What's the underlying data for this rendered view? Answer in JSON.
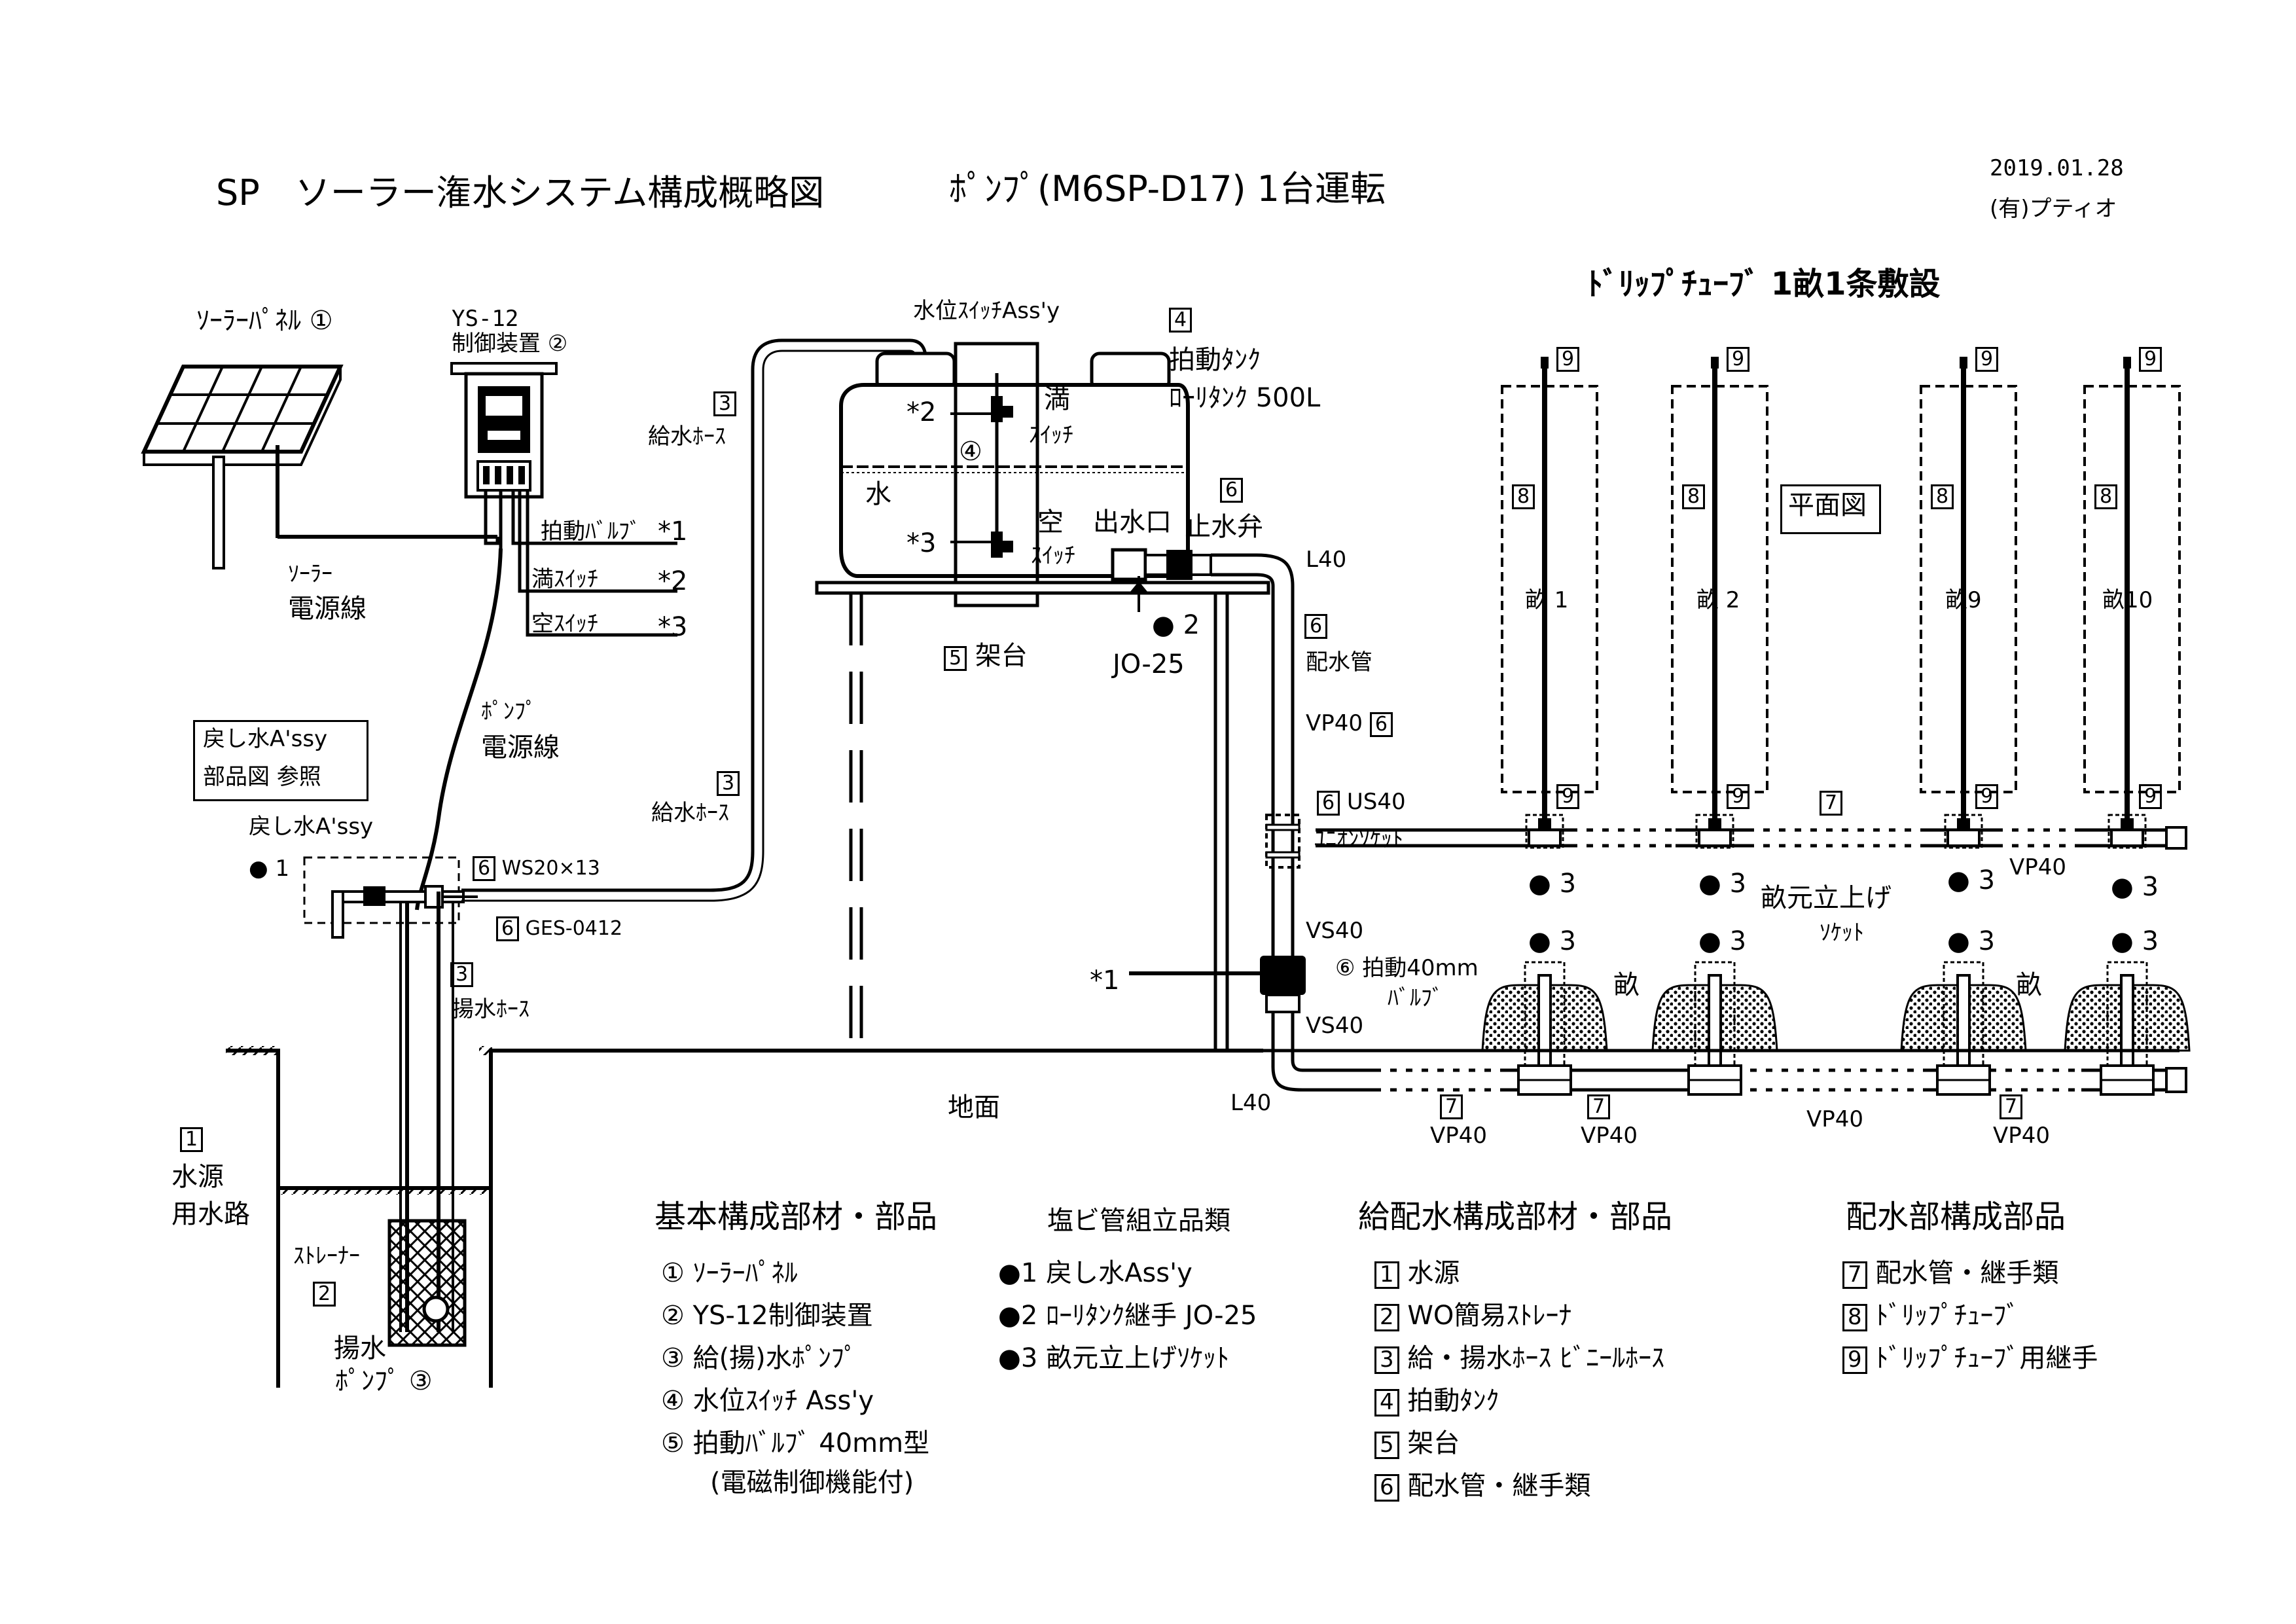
{
  "header": {
    "title": "SP　ソーラー潅水システム構成概略図",
    "subtitle": "ﾎﾟﾝﾌﾟ(M6SP-D17) 1台運転",
    "date": "2019.01.28",
    "company": "(有)プティオ"
  },
  "labels": {
    "solar_panel": "ｿｰﾗｰﾊﾟﾈﾙ ①",
    "controller_model": "YS-12",
    "controller": "制御装置 ②",
    "solar_cable_1": "ｿｰﾗｰ",
    "solar_cable_2": "電源線",
    "pulse_valve_cable": "拍動ﾊﾞﾙﾌﾞ",
    "full_switch_cable": "満ｽｲｯﾁ",
    "empty_switch_cable": "空ｽｲｯﾁ",
    "star1": "*1",
    "star2": "*2",
    "star3": "*3",
    "pump_cable_1": "ﾎﾟﾝﾌﾟ",
    "pump_cable_2": "電源線",
    "return_ref_1": "戻し水A'ssy",
    "return_ref_2": "部品図 参照",
    "return_assy": "戻し水A'ssy",
    "dot1": "● 1",
    "n3": "3",
    "n6": "6",
    "ws": "WS20×13",
    "ges": "GES-0412",
    "supply_hose": "給水ﾎｰｽ",
    "lift_hose": "揚水ﾎｰｽ",
    "water_level_switch": "水位ｽｲｯﾁAss'y",
    "n4": "4",
    "tank_1": "拍動ﾀﾝｸ",
    "tank_2": "ﾛｰﾘﾀﾝｸ 500L",
    "full": "満",
    "switch": "ｽｲｯﾁ",
    "empty": "空",
    "water": "水",
    "circle4": "④",
    "outlet": "出水口",
    "stop_valve": "止水弁",
    "l40": "L40",
    "dot2": "● 2",
    "jo25": "JO-25",
    "n5": "5",
    "stand": "架台",
    "dist_pipe": "配水管",
    "vp40": "VP40",
    "us40": "US40",
    "union": "ﾕﾆｵﾝｿｹｯﾄ",
    "vs40": "VS40",
    "pulse_valve_1": "⑥ 拍動40mm",
    "pulse_valve_2": "ﾊﾞﾙﾌﾞ",
    "ground": "地面",
    "n1": "1",
    "water_source_1": "水源",
    "water_source_2": "用水路",
    "strainer": "ｽﾄﾚｰﾅｰ",
    "n2": "2",
    "lift_pump_1": "揚水",
    "lift_pump_2": "ﾎﾟﾝﾌﾟ ③",
    "drip_title": "ﾄﾞﾘｯﾌﾟﾁｭｰﾌﾞ 1畝1条敷設",
    "n7": "7",
    "n8": "8",
    "n9": "9",
    "plan_view": "平面図",
    "beds": [
      "畝 1",
      "畝 2",
      "畝9",
      "畝10"
    ],
    "dot3": "● 3",
    "bed_socket_1": "畝元立上げ",
    "bed_socket_2": "ｿｹｯﾄ",
    "bed": "畝"
  },
  "legend": {
    "basic": {
      "title": "基本構成部材・部品",
      "items": [
        "① ｿｰﾗｰﾊﾟﾈﾙ",
        "② YS-12制御装置",
        "③ 給(揚)水ﾎﾟﾝﾌﾟ",
        "④ 水位ｽｲｯﾁ Ass'y",
        "⑤ 拍動ﾊﾞﾙﾌﾞ 40mm型",
        "(電磁制御機能付)"
      ]
    },
    "pvc": {
      "title": "塩ビ管組立品類",
      "items": [
        "●1 戻し水Ass'y",
        "●2 ﾛｰﾘﾀﾝｸ継手 JO-25",
        "●3 畝元立上げｿｹｯﾄ"
      ]
    },
    "supply": {
      "title": "給配水構成部材・部品",
      "items": [
        {
          "n": "1",
          "t": "水源"
        },
        {
          "n": "2",
          "t": "WO簡易ｽﾄﾚｰﾅ"
        },
        {
          "n": "3",
          "t": "給・揚水ﾎｰｽ ﾋﾞﾆｰﾙﾎｰｽ"
        },
        {
          "n": "4",
          "t": "拍動ﾀﾝｸ"
        },
        {
          "n": "5",
          "t": "架台"
        },
        {
          "n": "6",
          "t": "配水管・継手類"
        }
      ]
    },
    "distribution": {
      "title": "配水部構成部品",
      "items": [
        {
          "n": "7",
          "t": "配水管・継手類"
        },
        {
          "n": "8",
          "t": "ﾄﾞﾘｯﾌﾟﾁｭｰﾌﾞ"
        },
        {
          "n": "9",
          "t": "ﾄﾞﾘｯﾌﾟﾁｭｰﾌﾞ用継手"
        }
      ]
    }
  }
}
